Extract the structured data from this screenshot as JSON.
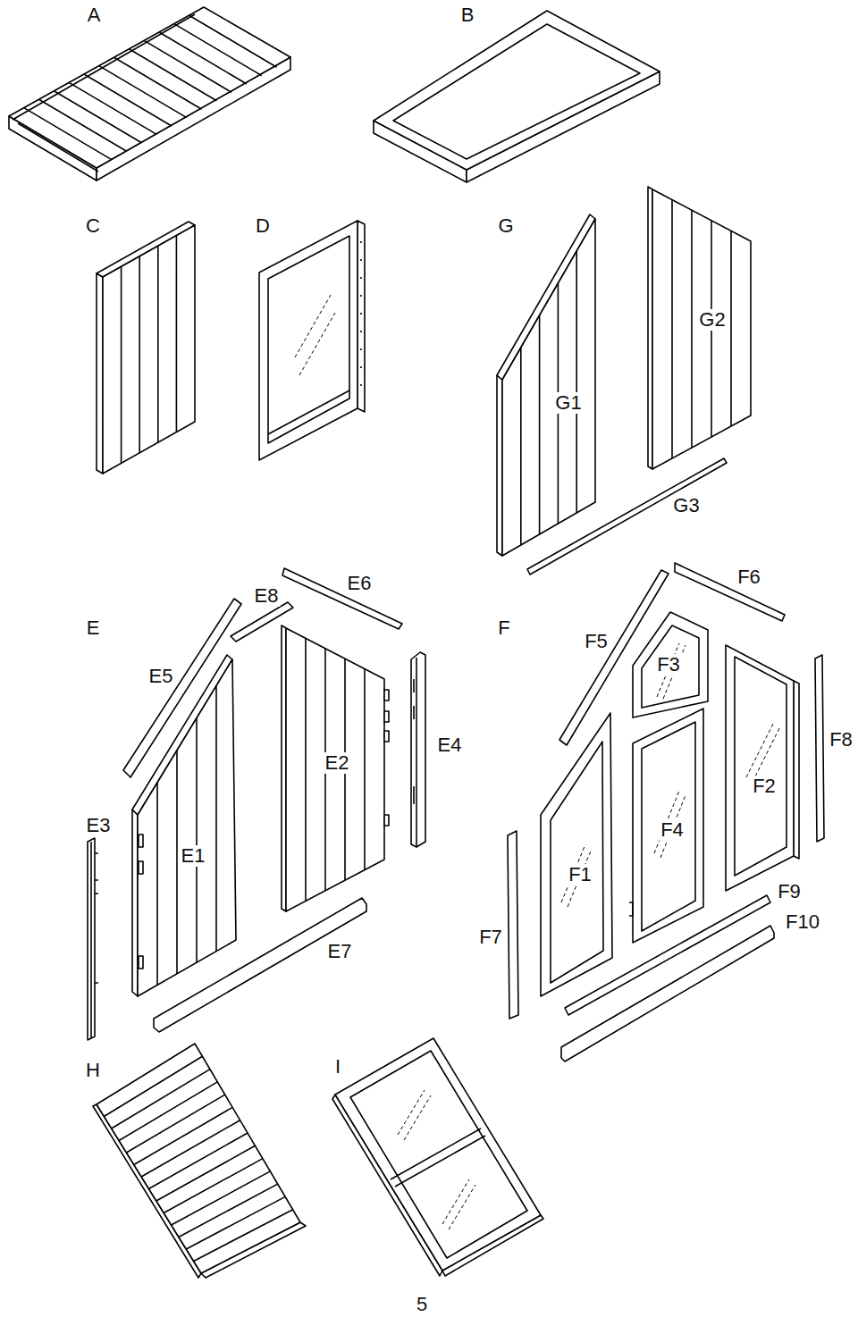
{
  "diagram": {
    "labels": [
      "A",
      "B",
      "C",
      "D",
      "G",
      "G2",
      "G1",
      "G3",
      "E6",
      "E8",
      "E",
      "F",
      "F6",
      "E5",
      "F5",
      "F3",
      "F8",
      "E4",
      "E2",
      "F2",
      "E3",
      "F4",
      "E1",
      "F1",
      "F9",
      "F10",
      "E7",
      "F7",
      "H",
      "I",
      "5"
    ]
  }
}
